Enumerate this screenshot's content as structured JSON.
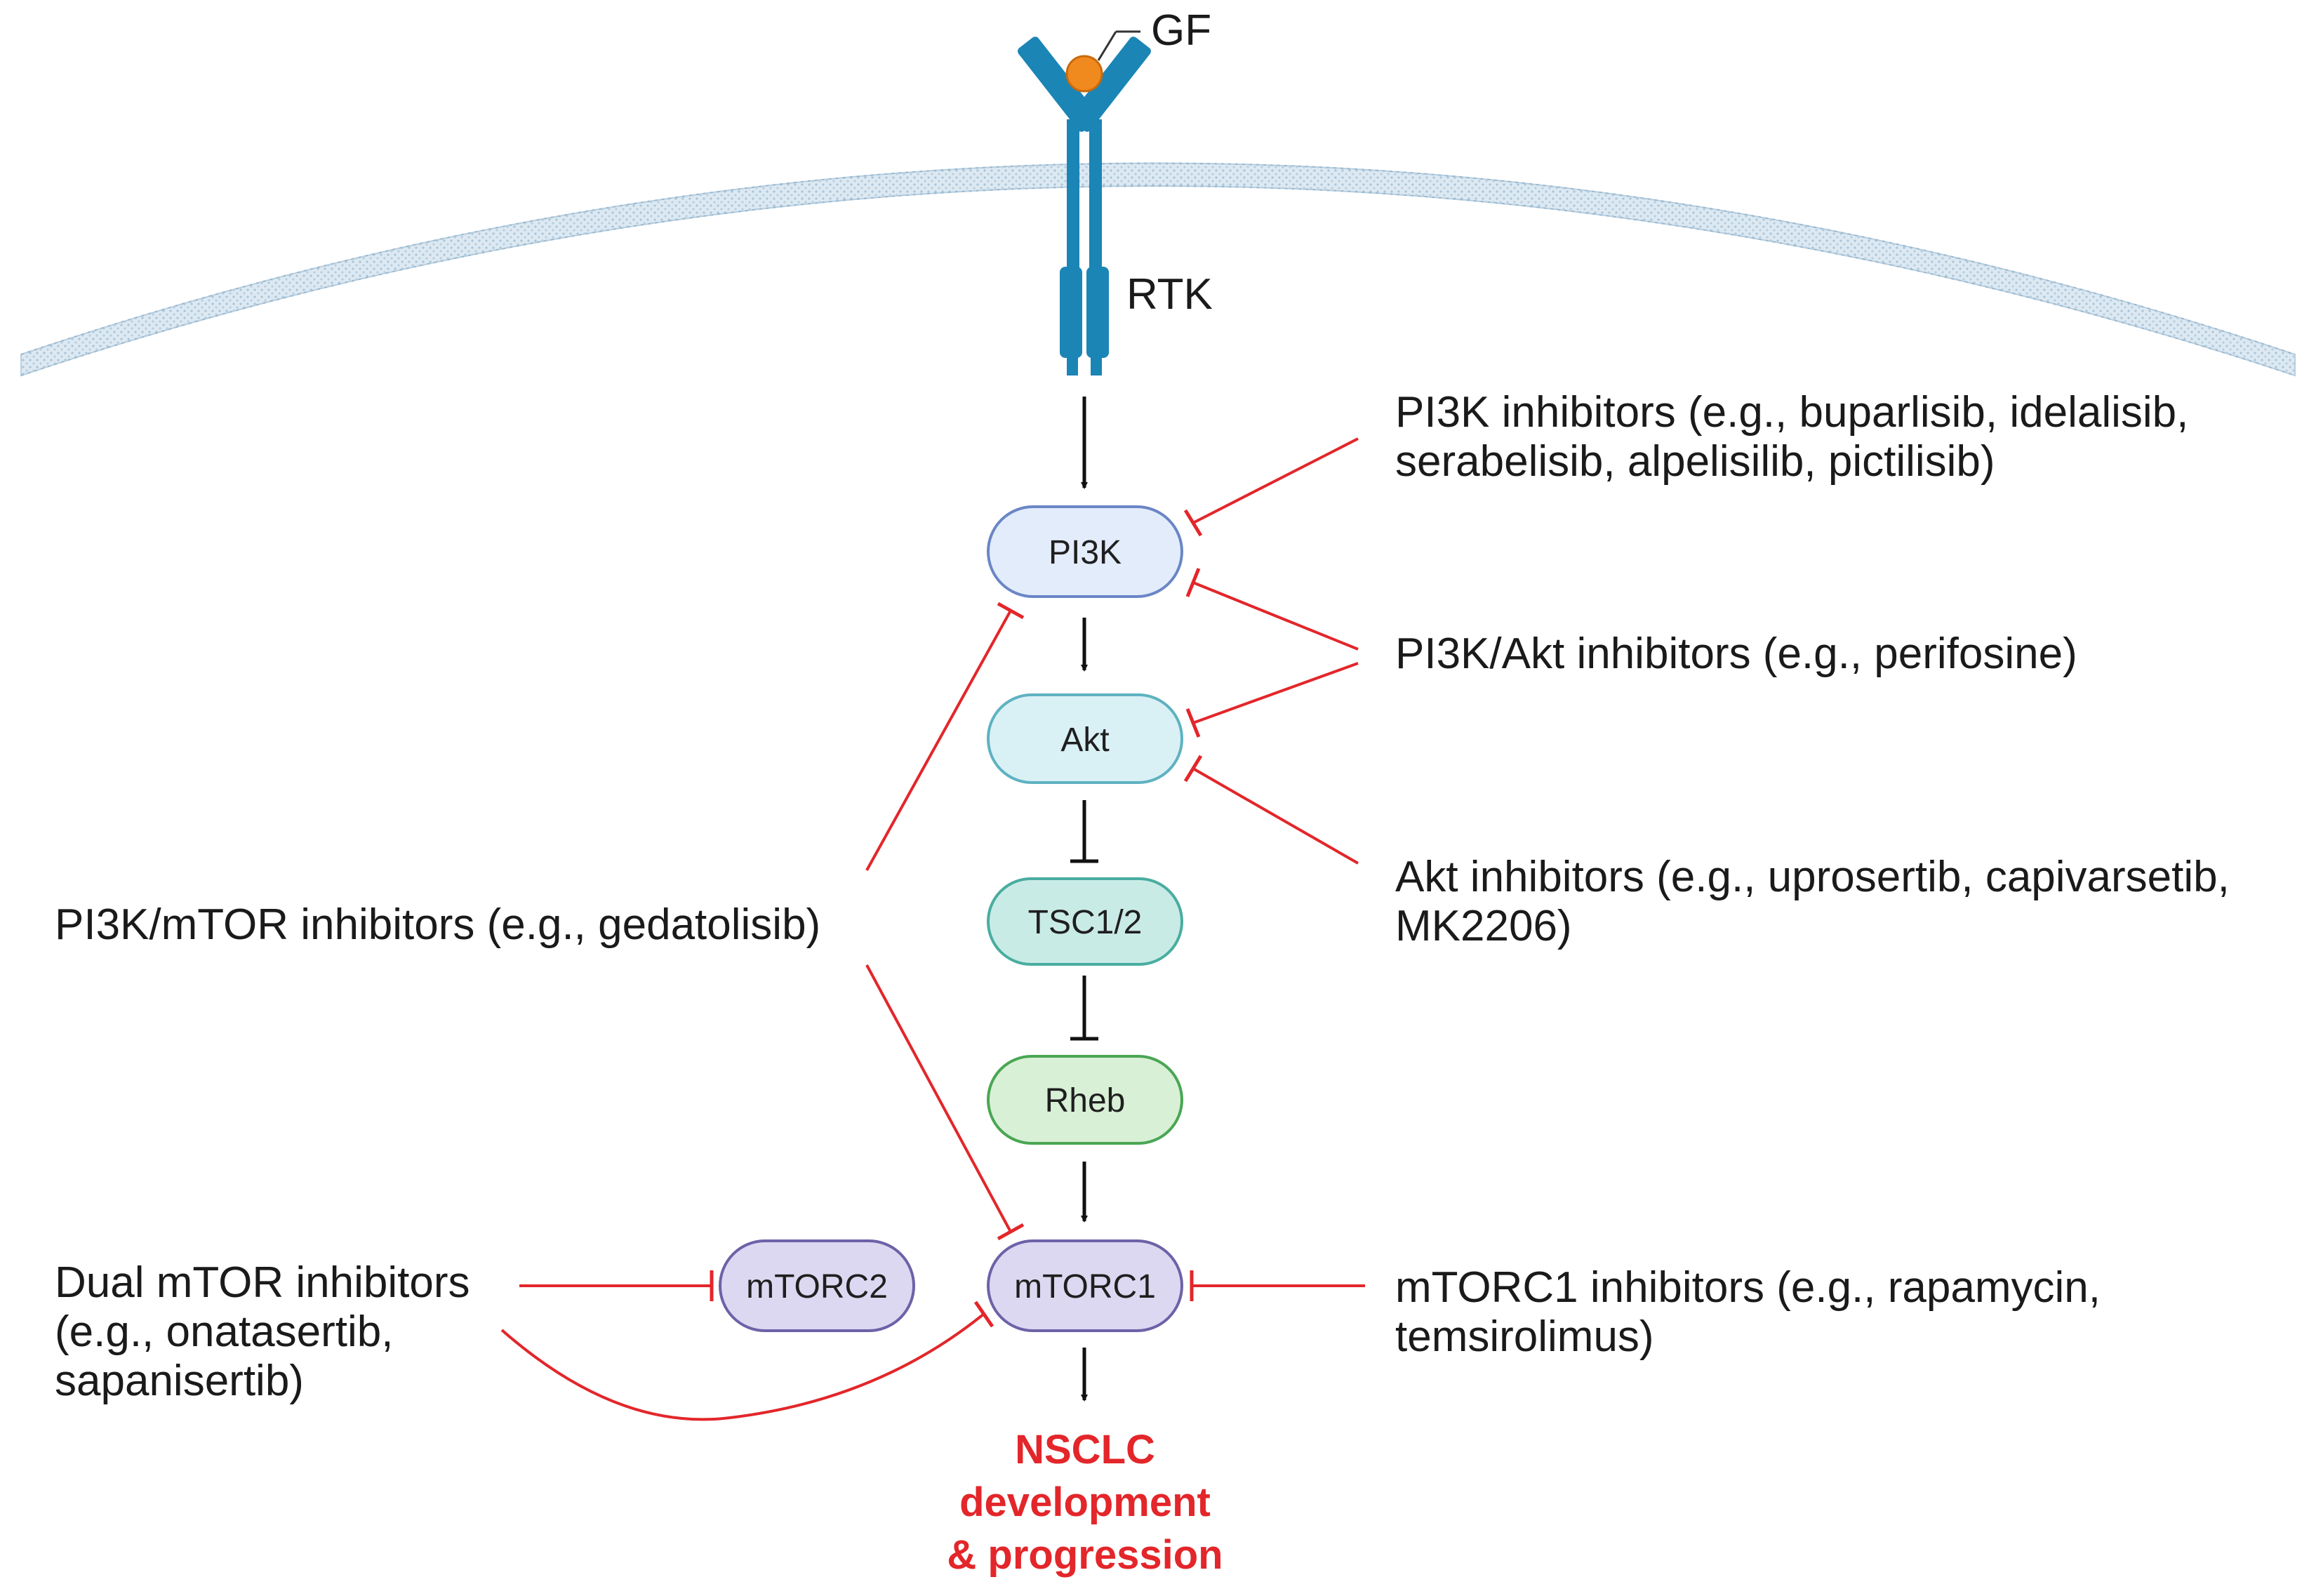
{
  "ligand": {
    "label": "GF",
    "color": "#f08a1e"
  },
  "receptor": {
    "label": "RTK",
    "color": "#1b85b5"
  },
  "nodes": {
    "pi3k": {
      "label": "PI3K",
      "fill": "#e3ecfb",
      "stroke": "#6b86c6"
    },
    "akt": {
      "label": "Akt",
      "fill": "#d9f1f5",
      "stroke": "#5fb2c1"
    },
    "tsc": {
      "label": "TSC1/2",
      "fill": "#c9ebe6",
      "stroke": "#49ada0"
    },
    "rheb": {
      "label": "Rheb",
      "fill": "#d8f0d6",
      "stroke": "#4aa653"
    },
    "mtorc1": {
      "label": "mTORC1",
      "fill": "#dcd8f1",
      "stroke": "#6c62a8"
    },
    "mtorc2": {
      "label": "mTORC2",
      "fill": "#dcd8f1",
      "stroke": "#6c62a8"
    }
  },
  "outcome": {
    "line1": "NSCLC",
    "line2": "development",
    "line3": "& progression",
    "color": "#e3262a"
  },
  "inhibitors": {
    "pi3k": {
      "line1": "PI3K inhibitors (e.g., buparlisib, idelalisib,",
      "line2": "serabelisib, alpelisilib, pictilisib)"
    },
    "pi3k_akt": {
      "line1": "PI3K/Akt inhibitors (e.g., perifosine)"
    },
    "akt": {
      "line1": "Akt inhibitors (e.g., uprosertib, capivarsetib,",
      "line2": "MK2206)"
    },
    "pi3k_mtor": {
      "line1": "PI3K/mTOR inhibitors (e.g., gedatolisib)"
    },
    "dual_mtor": {
      "line1": "Dual mTOR inhibitors",
      "line2": "(e.g., onatasertib,",
      "line3": "sapanisertib)"
    },
    "mtorc1": {
      "line1": "mTORC1 inhibitors (e.g., rapamycin,",
      "line2": "temsirolimus)"
    }
  },
  "colors": {
    "inhibition": "#e3262a",
    "activation": "#111111",
    "membrane": "#b8cfe0"
  }
}
